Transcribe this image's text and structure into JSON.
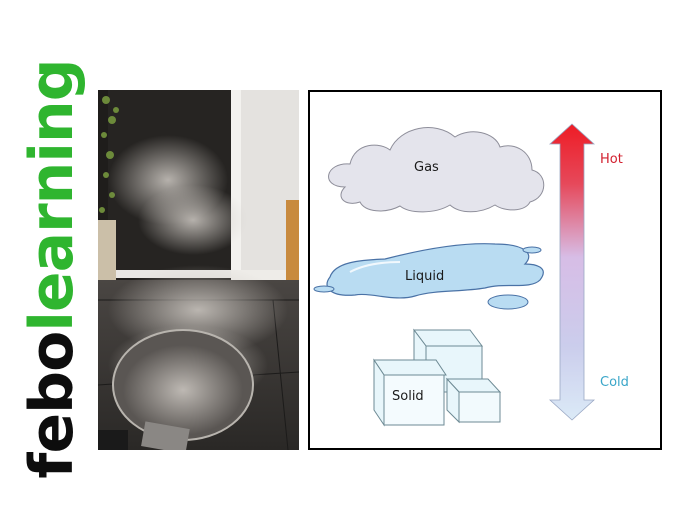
{
  "logo": {
    "part1": "febo",
    "part2": "learning",
    "colors": {
      "part1": "#0d0d0d",
      "part2": "#2fb52f"
    }
  },
  "photo": {
    "subject": "steaming-pot-on-tiled-floor",
    "description": "Steam rising from a metal pot on a dark tiled floor in front of a glass door"
  },
  "diagram": {
    "states": [
      {
        "label": "Gas",
        "shape": "cloud",
        "fill": "#e4e4ec"
      },
      {
        "label": "Liquid",
        "shape": "puddle",
        "fill": "#b9dcf2"
      },
      {
        "label": "Solid",
        "shape": "ice-cubes",
        "fill": "#e8f6fb"
      }
    ],
    "temperature_axis": {
      "top_label": "Hot",
      "bottom_label": "Cold",
      "colors": {
        "hot": "#ee1c25",
        "middle": "#d7bde6",
        "cold": "#dbeaf7"
      },
      "hot_text_color": "#d21f2e",
      "cold_text_color": "#3aa6c9"
    }
  }
}
